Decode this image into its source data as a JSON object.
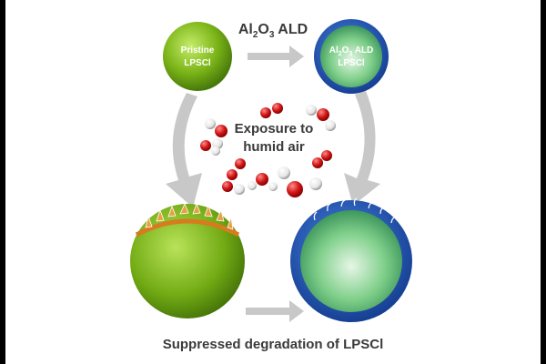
{
  "top_label": {
    "text": "Al",
    "sub1": "2",
    "mid": "O",
    "sub2": "3",
    "tail": " ALD"
  },
  "pristine_label": {
    "line1": "Pristine",
    "line2": "LPSCl"
  },
  "ald_label": {
    "text": "Al",
    "sub1": "2",
    "mid": "O",
    "sub2": "3",
    "tail": " ALD",
    "line2": "LPSCl"
  },
  "exposure_label": {
    "line1": "Exposure to",
    "line2": "humid air"
  },
  "caption": "Suppressed degradation of LPSCl",
  "colors": {
    "pristine_green": "#7cb518",
    "ald_shell_blue": "#1f4fb0",
    "arrow_gray": "#c8c8c8",
    "oxygen_red": "#d01515",
    "hydrogen_white": "#f2f2f2"
  }
}
